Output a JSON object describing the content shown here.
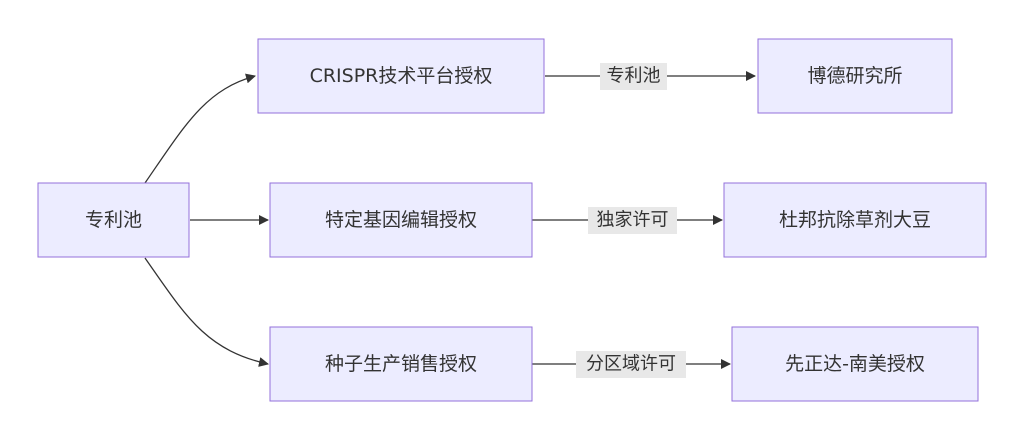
{
  "nodes": {
    "patent_pool": {
      "label": "专利池"
    },
    "crispr": {
      "label": "CRISPR技术平台授权"
    },
    "gene_edit": {
      "label": "特定基因编辑授权"
    },
    "seed": {
      "label": "种子生产销售授权"
    },
    "boad": {
      "label": "博德研究所"
    },
    "dupont": {
      "label": "杜邦抗除草剂大豆"
    },
    "pioneer": {
      "label": "先正达-南美授权"
    }
  },
  "edges": {
    "crispr_to_boad": {
      "label": "专利池"
    },
    "gene_to_dupont": {
      "label": "独家许可"
    },
    "seed_to_pioneer": {
      "label": "分区域许可"
    }
  },
  "colors": {
    "node_fill": "#ECECFF",
    "node_stroke": "#9370DB",
    "edge": "#333333",
    "edge_label_bg": "#e8e8e8",
    "text": "#333333"
  }
}
